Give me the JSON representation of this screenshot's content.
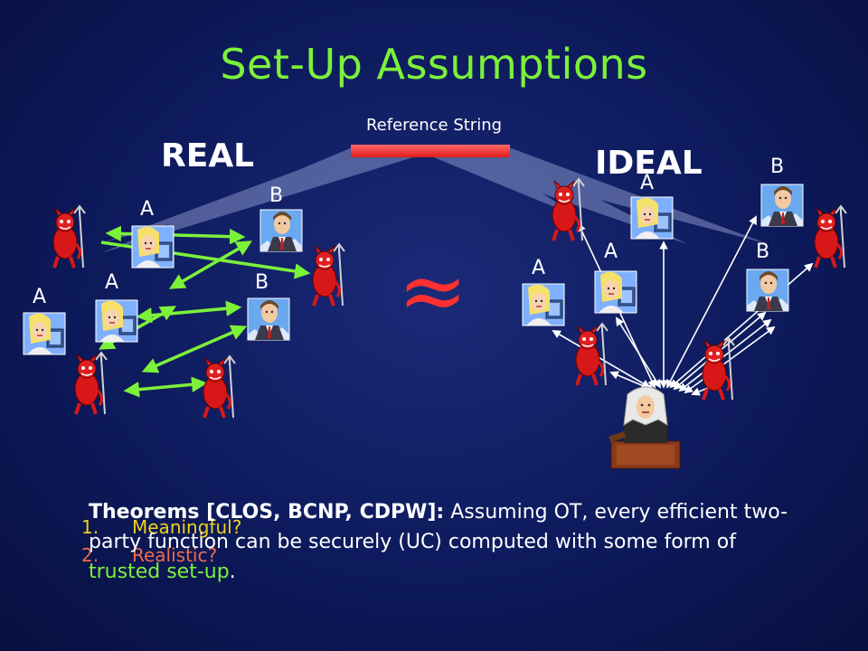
{
  "title": "Set-Up Assumptions",
  "reference_string": "Reference String",
  "real_heading": "REAL",
  "ideal_heading": "IDEAL",
  "approx_symbol": "≈",
  "labels": {
    "real_a1": "A",
    "real_b1": "B",
    "real_a2": "A",
    "real_b2": "B",
    "real_a3": "A",
    "ideal_a1": "A",
    "ideal_b1": "B",
    "ideal_a2": "A",
    "ideal_b2": "B",
    "ideal_a3": "A"
  },
  "theorem": {
    "bold": "Theorems [CLOS, BCNP, CDPW]:",
    "text": " Assuming OT, every efficient two-party function can be securely (UC) computed with some form of ",
    "highlight": "trusted set-up",
    "end": "."
  },
  "questions": [
    {
      "num": "1.",
      "text": "Meaningful?"
    },
    {
      "num": "2.",
      "text": "Realistic?"
    }
  ],
  "colors": {
    "title": "#7cf13a",
    "arrow_real": "#7cf13a",
    "arrow_ideal": "#ffffff",
    "reference_bar": "#e01a1a",
    "approx": "#ff3030",
    "question_1": "#f0d020",
    "question_2": "#f06a4a"
  },
  "icons": [
    "devil-icon",
    "woman-at-computer-icon",
    "businessman-icon",
    "judge-icon"
  ]
}
